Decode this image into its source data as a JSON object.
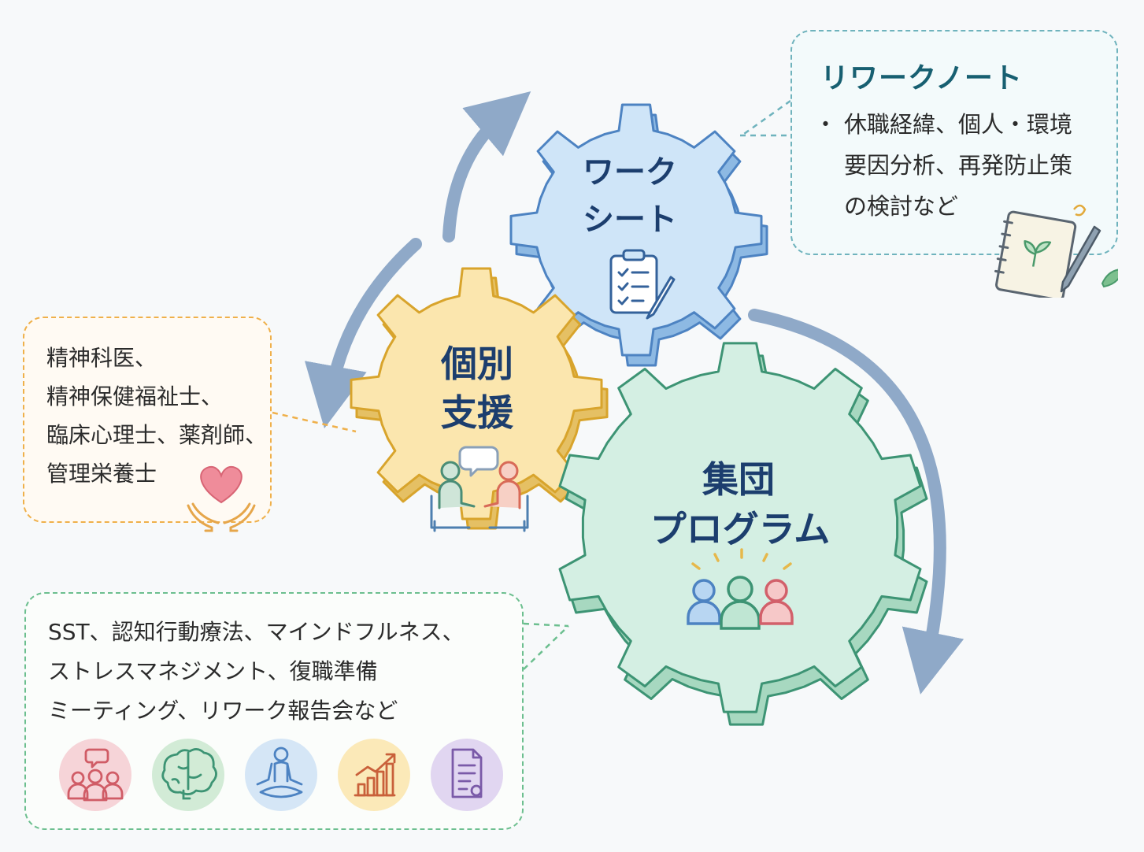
{
  "gears": {
    "worksheet": {
      "line1": "ワーク",
      "line2": "シート"
    },
    "individual": {
      "line1": "個別",
      "line2": "支援"
    },
    "group": {
      "line1": "集団",
      "line2": "プログラム"
    }
  },
  "rework_note": {
    "title": "リワークノート",
    "bullet": "・",
    "line1": "休職経緯、個人・環境",
    "line2": "要因分析、再発防止策",
    "line3": "の検討など"
  },
  "staff": {
    "lines": [
      "精神科医、",
      "精神保健福祉士、",
      "臨床心理士、薬剤師、",
      "管理栄養士"
    ]
  },
  "programs": {
    "lines": [
      "SST、認知行動療法、マインドフルネス、",
      "ストレスマネジメント、復職準備",
      "ミーティング、リワーク報告会など"
    ],
    "icons": [
      "group-talk-icon",
      "brain-icon",
      "meditation-icon",
      "growth-chart-icon",
      "report-document-icon"
    ]
  },
  "colors": {
    "worksheet_gear": "#cfe5f8",
    "individual_gear": "#fbe6ae",
    "group_gear": "#d4efe3",
    "arrow": "#8fa9c8",
    "note_border": "#6fb3bd",
    "staff_border": "#efb04a",
    "program_border": "#6cbf8f"
  }
}
